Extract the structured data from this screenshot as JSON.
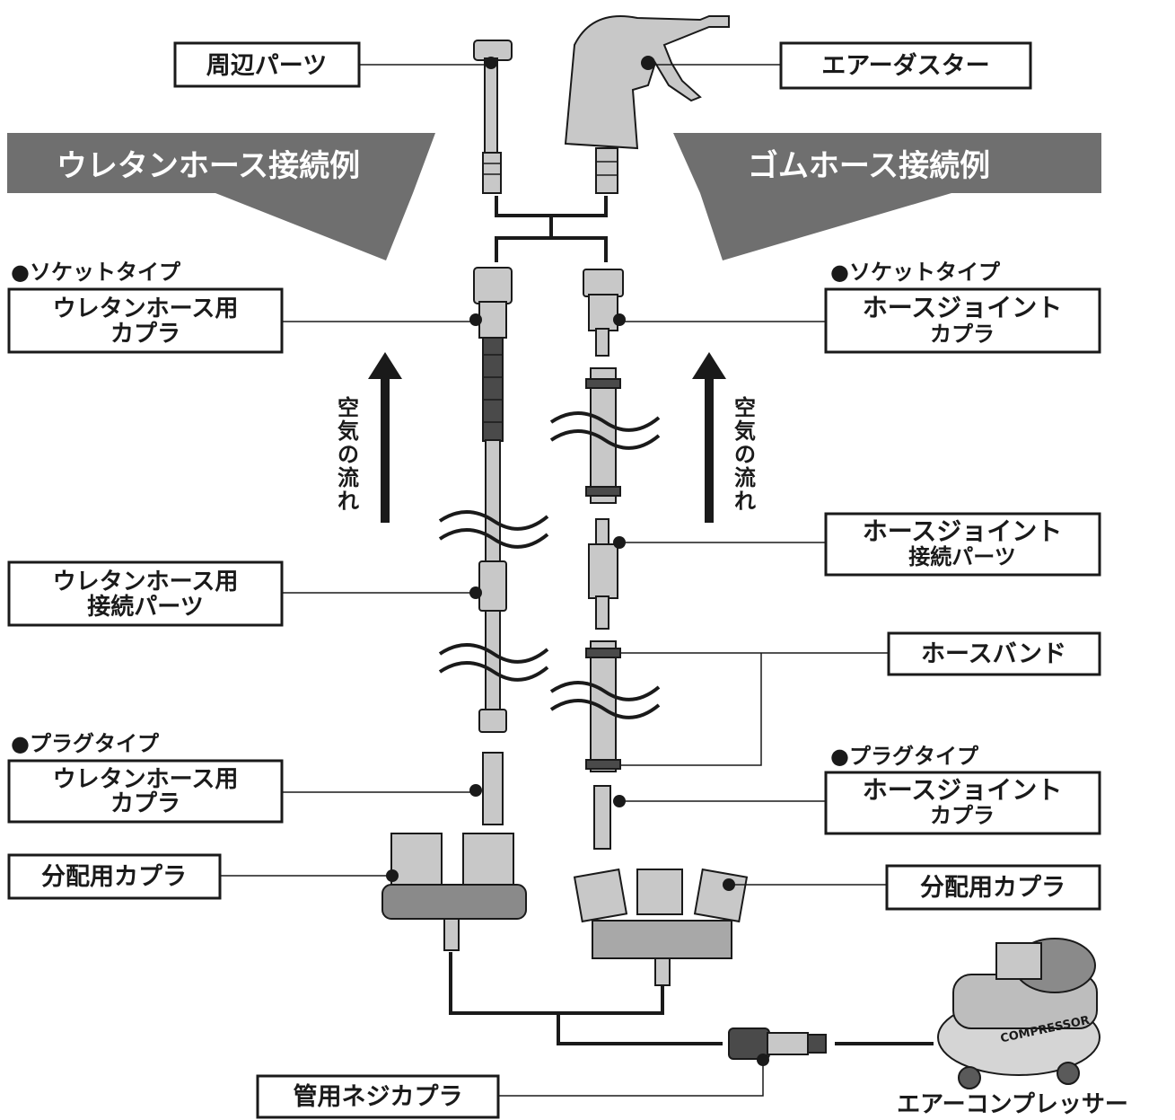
{
  "banners": {
    "left": "ウレタンホース接続例",
    "right": "ゴムホース接続例"
  },
  "left": {
    "socket_type": "●ソケットタイプ",
    "socket_coupler": [
      "ウレタンホース用",
      "カプラ"
    ],
    "connect_parts": [
      "ウレタンホース用",
      "接続パーツ"
    ],
    "plug_type": "●プラグタイプ",
    "plug_coupler": [
      "ウレタンホース用",
      "カプラ"
    ],
    "distribution": "分配用カプラ"
  },
  "right": {
    "socket_type": "●ソケットタイプ",
    "socket_coupler": [
      "ホースジョイント",
      "カプラ"
    ],
    "connect_parts": [
      "ホースジョイント",
      "接続パーツ"
    ],
    "hose_band": "ホースバンド",
    "plug_type": "●プラグタイプ",
    "plug_coupler": [
      "ホースジョイント",
      "カプラ"
    ],
    "distribution": "分配用カプラ"
  },
  "top": {
    "peripheral": "周辺パーツ",
    "air_duster": "エアーダスター"
  },
  "bottom": {
    "pipe_coupler": "管用ネジカプラ",
    "compressor": "エアーコンプレッサー",
    "compressor_badge": "COMPRESSOR"
  },
  "air_flow": [
    "空",
    "気",
    "の",
    "流",
    "れ"
  ],
  "colors": {
    "banner": "#6f6f6f",
    "metal": "#c8c8c8",
    "ink": "#1a1a1a"
  }
}
